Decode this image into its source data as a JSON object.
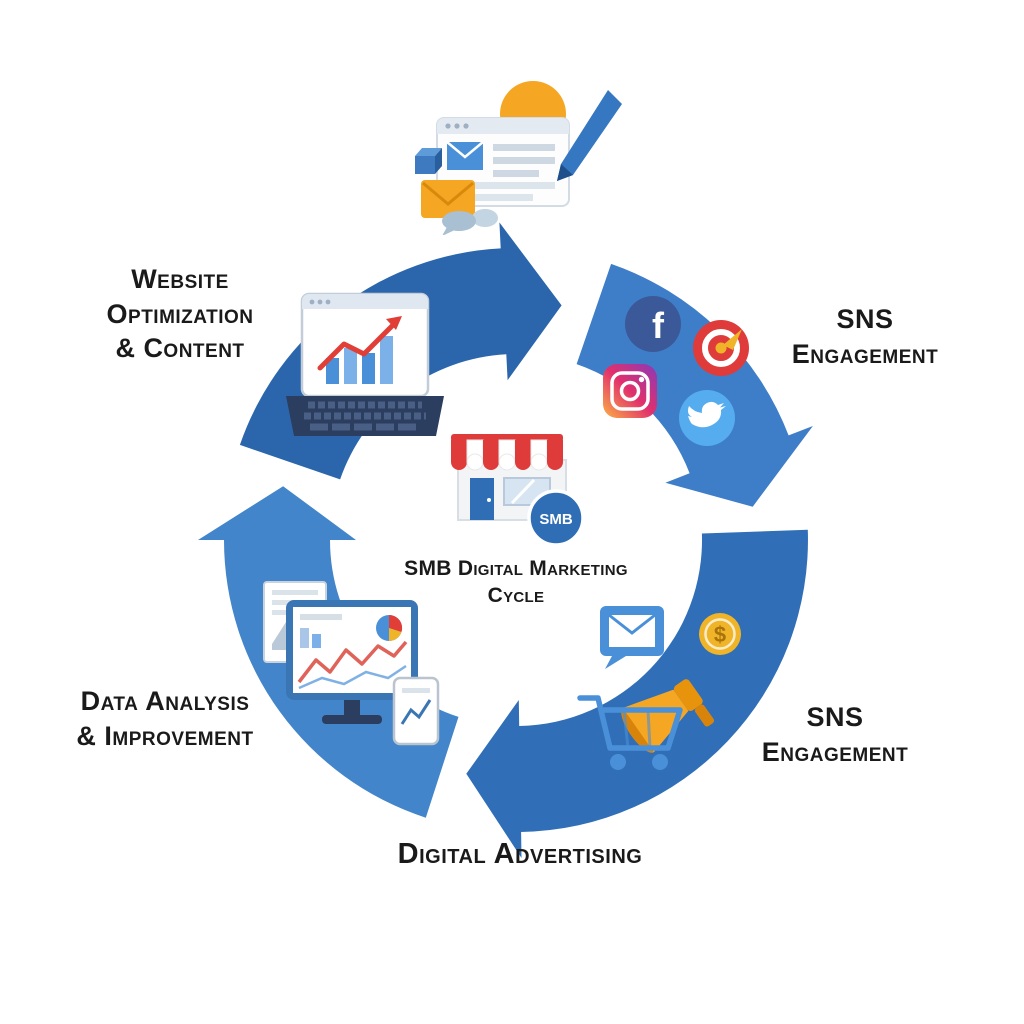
{
  "title": "SMB Digital Marketing Cycle",
  "center": {
    "badge": "SMB",
    "title_line1": "SMB Digital Marketing",
    "title_line2": "Cycle"
  },
  "labels": {
    "website_optimization": {
      "line1": "Website",
      "line2": "Optimization",
      "line3": "& Content"
    },
    "sns_engagement_top": {
      "line1": "SNS",
      "line2": "Engagement"
    },
    "sns_engagement_bottom": {
      "line1": "SNS",
      "line2": "Engagement"
    },
    "data_analysis": {
      "line1": "Data Analysis",
      "line2": "& Improvement"
    },
    "digital_advertising": {
      "line1": "Digital Advertising"
    }
  },
  "glyphs": {
    "facebook": "f",
    "coin": "$"
  },
  "icons": {
    "top_center": "content-creation-icon",
    "top_left": "website-laptop-chart-icon",
    "top_right_group": [
      "facebook-icon",
      "target-icon",
      "instagram-icon",
      "twitter-icon"
    ],
    "bottom_right_group": [
      "email-icon",
      "coin-icon",
      "megaphone-icon",
      "shopping-cart-icon"
    ],
    "bottom_left_group": [
      "report-paper-icon",
      "monitor-icon",
      "tablet-icon"
    ],
    "center": [
      "storefront-icon",
      "smb-badge"
    ]
  },
  "colors": {
    "segment_top_left": "#2b66ad",
    "segment_top_right": "#3e7ec8",
    "segment_bottom_right": "#306fb7",
    "segment_bottom_left": "#4285ca",
    "facebook": "#3b5998",
    "twitter": "#55acee",
    "instagram_1": "#fcb045",
    "instagram_2": "#e1306c",
    "instagram_3": "#8a3ab9",
    "target_red": "#df3b3b",
    "coin_gold": "#f0b429",
    "orange": "#f5a623",
    "chart_blue": "#4a90d9",
    "arrow_red": "#e03e36",
    "badge_blue": "#2f6db5",
    "text": "#1a1a1a"
  }
}
